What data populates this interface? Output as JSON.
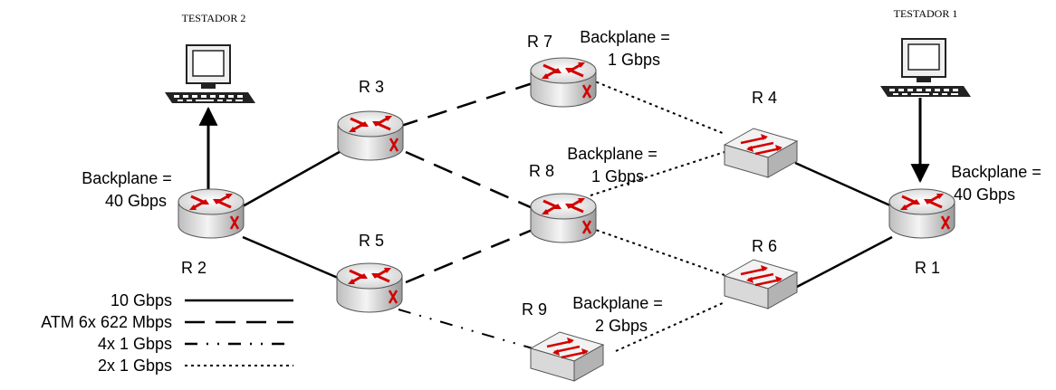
{
  "testers": {
    "t2": {
      "label": "TESTADOR 2"
    },
    "t1": {
      "label": "TESTADOR 1"
    }
  },
  "routers": {
    "r2": {
      "label": "R 2"
    },
    "r3": {
      "label": "R 3"
    },
    "r5": {
      "label": "R 5"
    },
    "r7": {
      "label": "R 7"
    },
    "r8": {
      "label": "R 8"
    },
    "r1": {
      "label": "R 1"
    }
  },
  "switches": {
    "r4": {
      "label": "R 4"
    },
    "r6": {
      "label": "R 6"
    },
    "r9": {
      "label": "R 9"
    }
  },
  "backplanes": {
    "r2": {
      "line1": "Backplane =",
      "line2": "40 Gbps"
    },
    "r7": {
      "line1": "Backplane =",
      "line2": "1 Gbps"
    },
    "r8": {
      "line1": "Backplane =",
      "line2": "1 Gbps"
    },
    "r9": {
      "line1": "Backplane =",
      "line2": "2 Gbps"
    },
    "r1": {
      "line1": "Backplane =",
      "line2": "40 Gbps"
    }
  },
  "legend": {
    "items": [
      {
        "label": "10 Gbps",
        "style": "solid"
      },
      {
        "label": "ATM 6x 622 Mbps",
        "style": "dashed"
      },
      {
        "label": "4x 1 Gbps",
        "style": "dash-dot-dot"
      },
      {
        "label": "2x 1 Gbps",
        "style": "dotted"
      }
    ]
  },
  "colors": {
    "arrow": "#d40000",
    "device_body": "#e8e8e8",
    "line": "#000000"
  }
}
